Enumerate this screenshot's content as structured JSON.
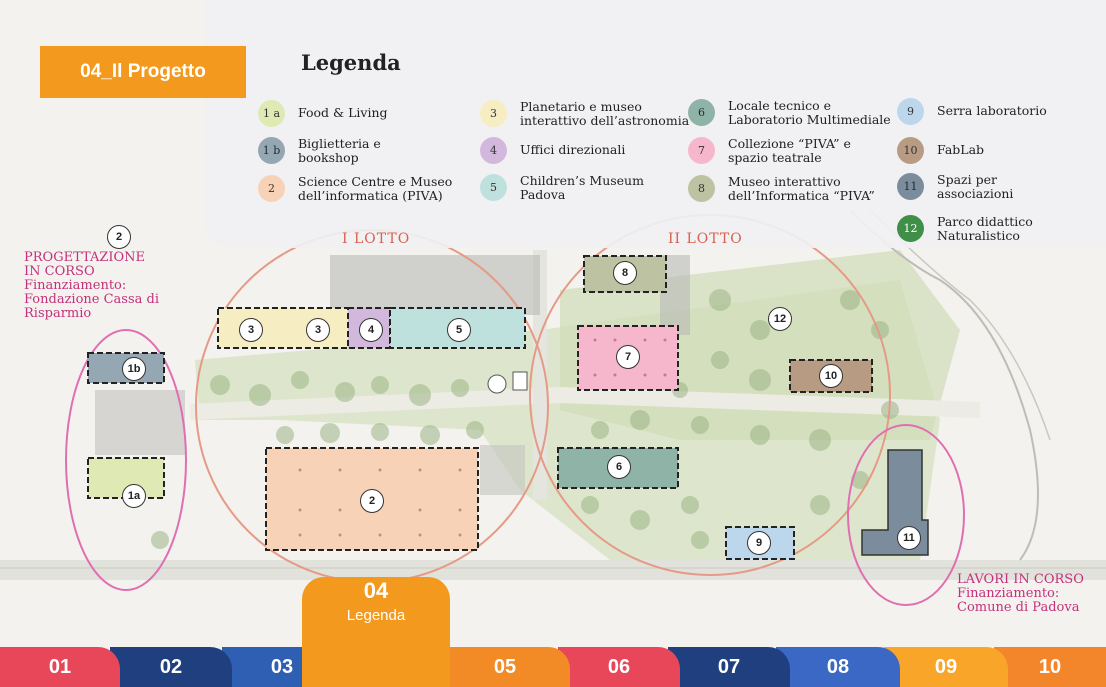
{
  "header": {
    "title": "04_Il Progetto"
  },
  "legend": {
    "title": "Legenda",
    "items": [
      {
        "code": "1 a",
        "label": "Food & Living",
        "color": "#dfe9b4"
      },
      {
        "code": "1 b",
        "label": "Biglietteria e\nbookshop",
        "color": "#94a7b2"
      },
      {
        "code": "2",
        "label": "Science Centre e Museo\ndell’informatica (PIVA)",
        "color": "#f8d2b6"
      },
      {
        "code": "3",
        "label": "Planetario e museo\ninterattivo dell’astronomia",
        "color": "#f7edc2"
      },
      {
        "code": "4",
        "label": "Uffici direzionali",
        "color": "#d3b8dd"
      },
      {
        "code": "5",
        "label": "Children’s Museum\nPadova",
        "color": "#bfe1de"
      },
      {
        "code": "6",
        "label": "Locale tecnico e\nLaboratorio Multimediale",
        "color": "#8fb3a6"
      },
      {
        "code": "7",
        "label": "Collezione “PIVA” e\nspazio teatrale",
        "color": "#f6b7cc"
      },
      {
        "code": "8",
        "label": "Museo interattivo\ndell’Informatica “PIVA”",
        "color": "#bdc3a2"
      },
      {
        "code": "9",
        "label": "Serra laboratorio",
        "color": "#bcd7ec"
      },
      {
        "code": "10",
        "label": "FabLab",
        "color": "#b79b83"
      },
      {
        "code": "11",
        "label": "Spazi per\nassociazioni",
        "color": "#7b8d9d"
      },
      {
        "code": "12",
        "label": "Parco didattico\nNaturalistico",
        "color": "#3f8f48"
      }
    ]
  },
  "map": {
    "lotto_1": "I  LOTTO",
    "lotto_2": "II  LOTTO",
    "note_left": "PROGETTAZIONE\nIN CORSO\nFinanziamento:\nFondazione Cassa di\nRisparmio",
    "note_right": "LAVORI IN CORSO\nFinanziamento:\nComune di Padova",
    "labels": {
      "b1a": "1a",
      "b1b": "1b",
      "b2": "2",
      "b2top": "2",
      "b3a": "3",
      "b3b": "3",
      "b4": "4",
      "b5": "5",
      "b6": "6",
      "b7": "7",
      "b8": "8",
      "b9": "9",
      "b10": "10",
      "b11": "11",
      "b12": "12"
    }
  },
  "nav": {
    "tabs": [
      {
        "label": "01",
        "color": "#e8475a"
      },
      {
        "label": "02",
        "color": "#1f3f7f"
      },
      {
        "label": "03",
        "color": "#2f5fb3"
      },
      {
        "label": "05",
        "color": "#f28a25"
      },
      {
        "label": "06",
        "color": "#e8475a"
      },
      {
        "label": "07",
        "color": "#1f3f7f"
      },
      {
        "label": "08",
        "color": "#3a68c4"
      },
      {
        "label": "09",
        "color": "#f9a52a"
      },
      {
        "label": "10",
        "color": "#f3862a"
      }
    ],
    "active": {
      "number": "04",
      "label": "Legenda",
      "color": "#f39a1e"
    }
  }
}
